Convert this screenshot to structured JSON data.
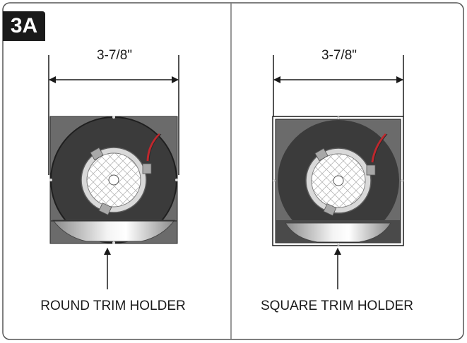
{
  "step_label": "3A",
  "left_panel": {
    "dimension": "3-7/8\"",
    "caption": "ROUND TRIM HOLDER"
  },
  "right_panel": {
    "dimension": "3-7/8\"",
    "caption": "SQUARE TRIM HOLDER"
  },
  "colors": {
    "housing": "#6b6b6b",
    "ring": "#3a3a3a",
    "wire": "#c0272d",
    "line": "#1a1a1a"
  }
}
